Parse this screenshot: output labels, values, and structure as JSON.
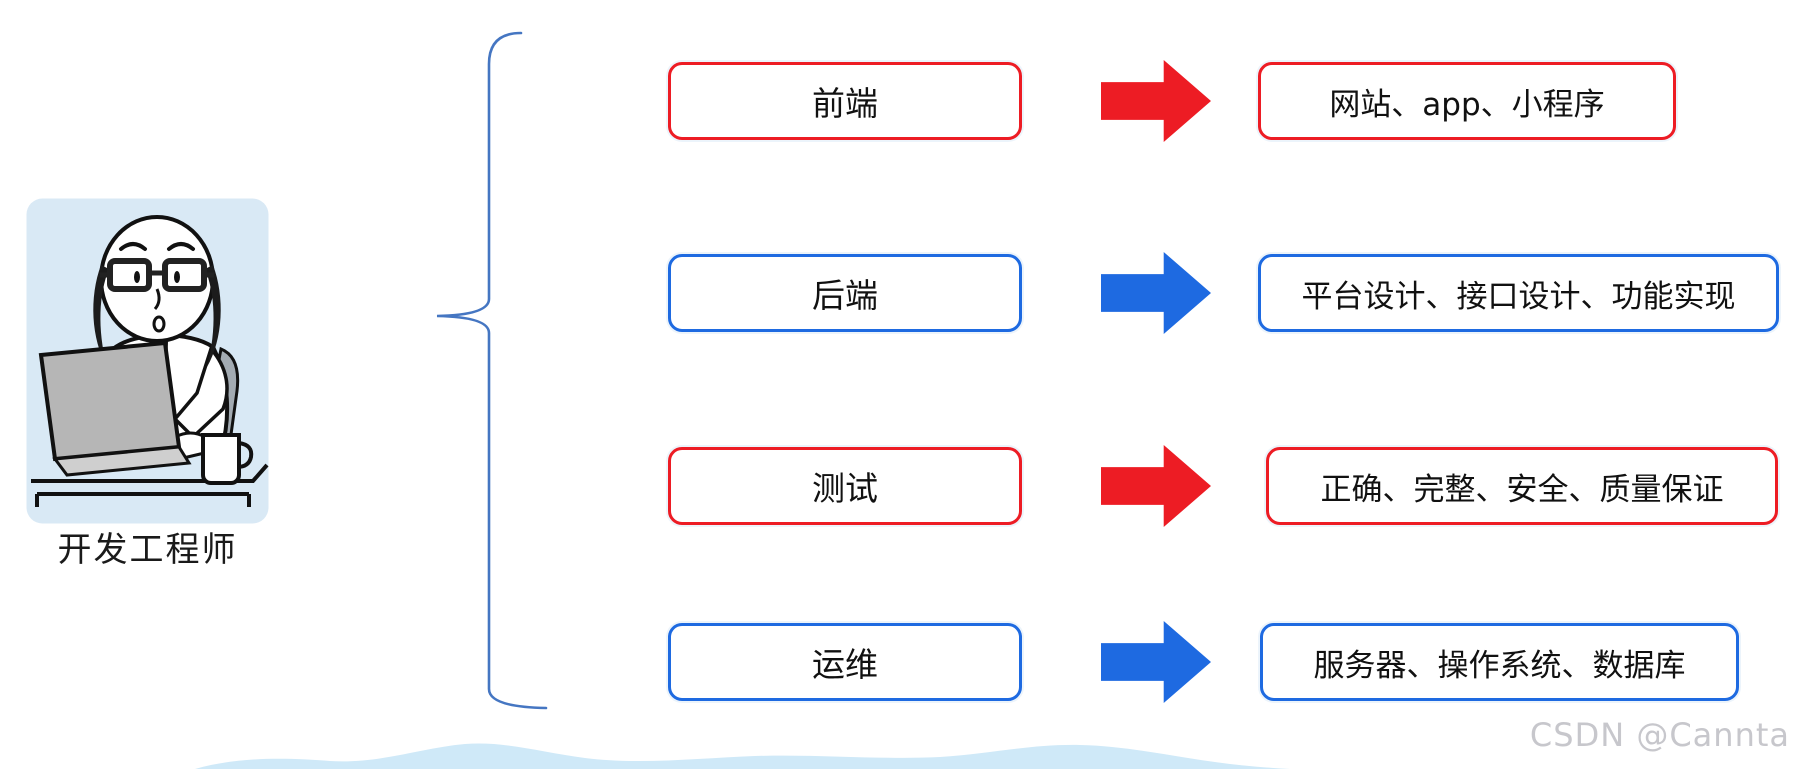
{
  "figure": {
    "label": "开发工程师",
    "illustration": "developer-at-laptop"
  },
  "rows": [
    {
      "role": "前端",
      "outcome": "网站、app、小程序",
      "color": "red"
    },
    {
      "role": "后端",
      "outcome": "平台设计、接口设计、功能实现",
      "color": "blue"
    },
    {
      "role": "测试",
      "outcome": "正确、完整、安全、质量保证",
      "color": "red"
    },
    {
      "role": "运维",
      "outcome": "服务器、操作系统、数据库",
      "color": "blue"
    }
  ],
  "colors": {
    "red": "#ed1c24",
    "blue": "#1e6ae1",
    "brace": "#4576c2",
    "illustration_bg": "#d9e9f5",
    "cloud": "#cfe9f8",
    "watermark": "#c7c7cc"
  },
  "watermark": "CSDN @Cannta"
}
